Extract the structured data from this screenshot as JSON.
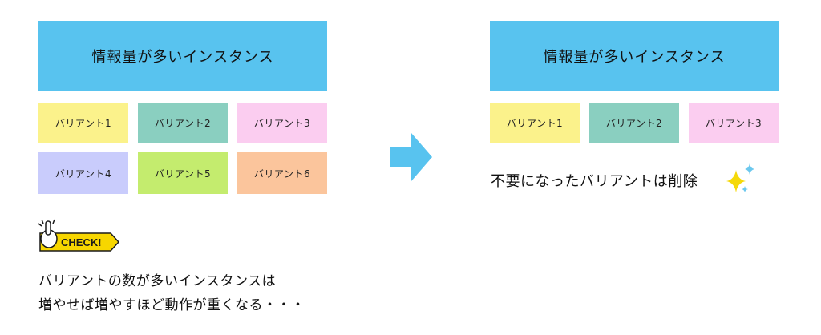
{
  "left_panel": {
    "instance_label": "情報量が多いインスタンス",
    "variants": [
      {
        "label": "バリアント1",
        "color": "#fbf28b"
      },
      {
        "label": "バリアント2",
        "color": "#8acfc0"
      },
      {
        "label": "バリアント3",
        "color": "#fbcdf0"
      },
      {
        "label": "バリアント4",
        "color": "#c9ccfc"
      },
      {
        "label": "バリアント5",
        "color": "#c4ec6e"
      },
      {
        "label": "バリアント6",
        "color": "#fbc59c"
      }
    ]
  },
  "right_panel": {
    "instance_label": "情報量が多いインスタンス",
    "variants": [
      {
        "label": "バリアント1",
        "color": "#fbf28b"
      },
      {
        "label": "バリアント2",
        "color": "#8acfc0"
      },
      {
        "label": "バリアント3",
        "color": "#fbcdf0"
      }
    ],
    "caption": "不要になったバリアントは削除"
  },
  "check_badge": {
    "label": "CHECK!",
    "color": "#f7d600"
  },
  "note": {
    "line1": "バリアントの数が多いインスタンスは",
    "line2": "増やせば増やすほど動作が重くなる・・・"
  },
  "colors": {
    "instance": "#58c3ef",
    "arrow": "#58c3ef",
    "sparkle_yellow": "#f5d90a",
    "sparkle_blue": "#6cc8ee"
  }
}
